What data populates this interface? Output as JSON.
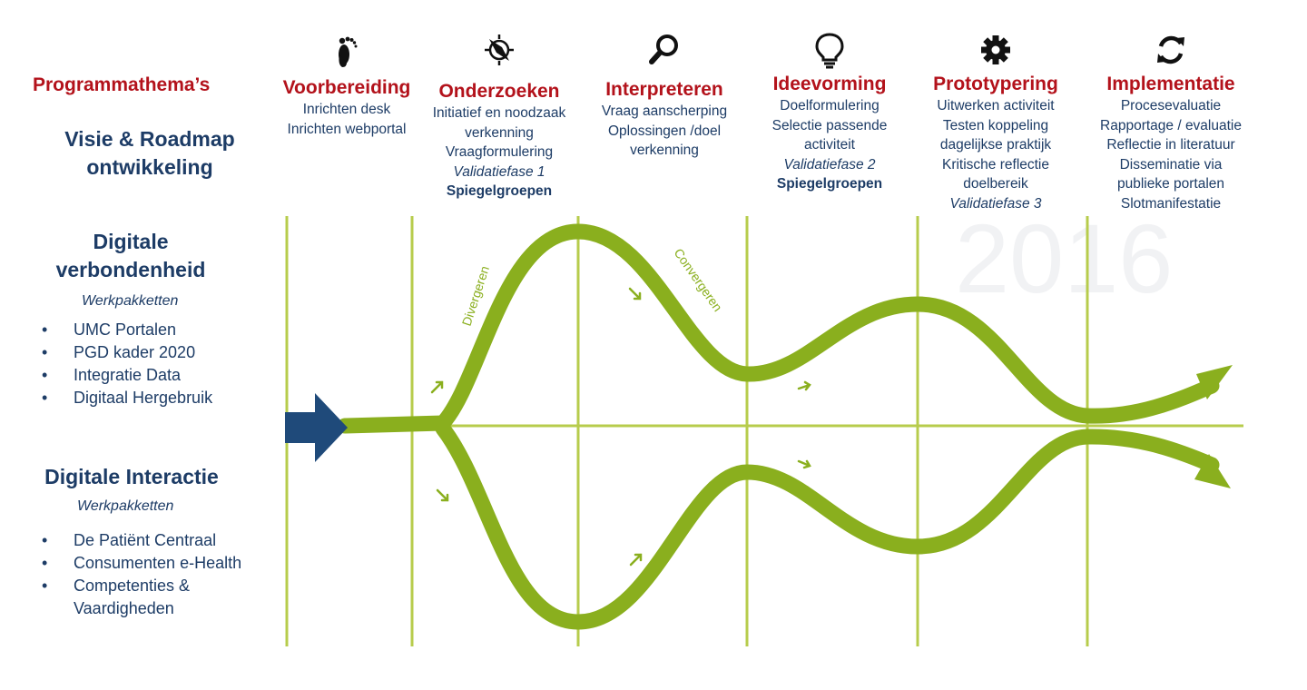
{
  "left": {
    "title": "Programmathema’s",
    "subtitle_line1": "Visie & Roadmap",
    "subtitle_line2": "ontwikkeling",
    "groups": [
      {
        "title_line1": "Digitale",
        "title_line2": "verbondenheid",
        "subtitle": "Werkpakketten",
        "items": [
          "UMC Portalen",
          "PGD kader 2020",
          "Integratie Data",
          "Digitaal Hergebruik"
        ]
      },
      {
        "title_line1": "Digitale Interactie",
        "subtitle": "Werkpakketten",
        "items": [
          "De Patiënt Centraal",
          "Consumenten e-Health",
          "Competenties &",
          "Vaardigheden"
        ]
      }
    ]
  },
  "phases": [
    {
      "icon": "footprint-icon",
      "title": "Voorbereiding",
      "lines": [
        "Inrichten desk",
        "Inrichten webportal"
      ]
    },
    {
      "icon": "compass-icon",
      "title": "Onderzoeken",
      "lines": [
        "Initiatief en noodzaak",
        "verkenning",
        "Vraagformulering"
      ],
      "italic": "Validatiefase 1",
      "bold": "Spiegelgroepen"
    },
    {
      "icon": "search-icon",
      "title": "Interpreteren",
      "lines": [
        "Vraag aanscherping",
        "Oplossingen /doel",
        "verkenning"
      ]
    },
    {
      "icon": "lightbulb-icon",
      "title": "Ideevorming",
      "lines": [
        "Doelformulering",
        "Selectie passende",
        "activiteit"
      ],
      "italic": "Validatiefase 2",
      "bold": "Spiegelgroepen"
    },
    {
      "icon": "gear-icon",
      "title": "Prototypering",
      "lines": [
        "Uitwerken activiteit",
        "Testen koppeling",
        "dagelijkse praktijk",
        "Kritische reflectie",
        "doelbereik"
      ],
      "italic": "Validatiefase 3"
    },
    {
      "icon": "refresh-icon",
      "title": "Implementatie",
      "lines": [
        "Procesevaluatie",
        "Rapportage / evaluatie",
        "Reflectie in literatuur",
        "Disseminatie via",
        "publieke portalen",
        "Slotmanifestatie"
      ]
    }
  ],
  "diagram": {
    "label_diverge": "Divergeren",
    "label_converge": "Convergeren",
    "year": "2016",
    "colors": {
      "green": "#8aaf1e",
      "line": "#b7cc4c",
      "arrow": "#1f4a7a",
      "title_red": "#b3121b",
      "text_blue": "#1d3c66"
    }
  }
}
